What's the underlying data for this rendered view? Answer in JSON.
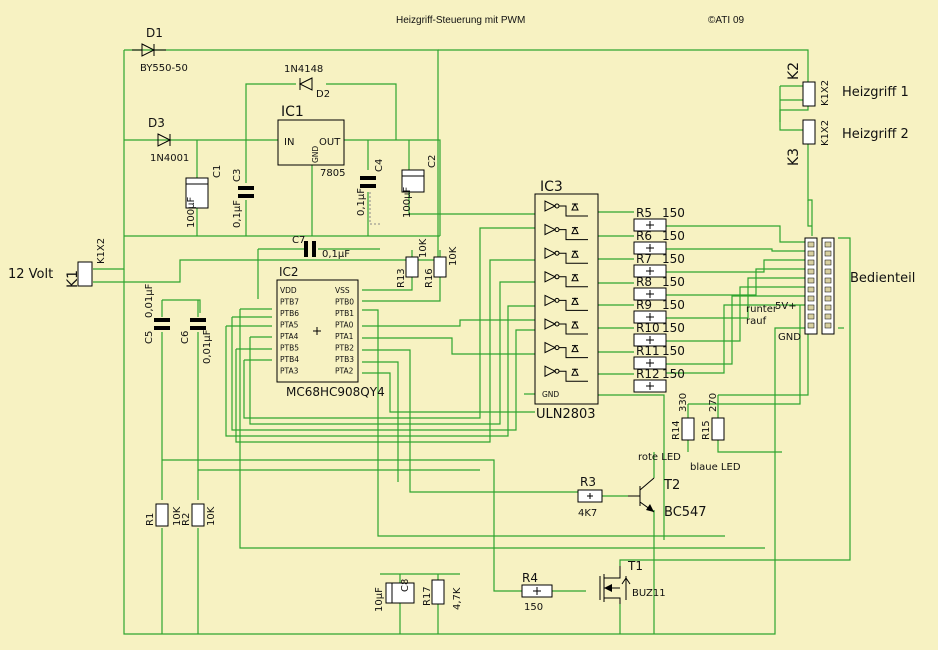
{
  "title": "Heizgriff-Steuerung mit PWM",
  "copyright": "©ATI 09",
  "colors": {
    "background": "#f7f2c2",
    "wire": "#2fa52f",
    "part": "#000000",
    "pin_number": "#c03030"
  },
  "labels": {
    "d1": "D1",
    "d1_val": "BY550-50",
    "d2": "D2",
    "d2_val": "1N4148",
    "d3": "D3",
    "d3_val": "1N4001",
    "ic1": "IC1",
    "ic1_in": "IN",
    "ic1_out": "OUT",
    "ic1_gnd": "GND",
    "ic1_val": "7805",
    "c1": "C1",
    "c1_val": "100µF",
    "c2": "C2",
    "c2_val": "100µF",
    "c3": "C3",
    "c3_val": "0,1µF",
    "c4": "C4",
    "c4_val": "0,1µF",
    "c5": "C5",
    "c5_val": "0,01µF",
    "c6": "C6",
    "c6_val": "0,01µF",
    "c7": "C7",
    "c7_val": "0,1µF",
    "c8": "C8",
    "c8_val": "10µF",
    "ic2": "IC2",
    "ic2_val": "MC68HC908QY4",
    "ic3": "IC3",
    "ic3_val": "ULN2803",
    "ic3_gnd": "GND",
    "r1": "R1",
    "r1_val": "10K",
    "r2": "R2",
    "r2_val": "10K",
    "r3": "R3",
    "r3_val": "4K7",
    "r4": "R4",
    "r4_val": "150",
    "r13": "R13",
    "r13_val": "10K",
    "r16": "R16",
    "r16_val": "10K",
    "r14": "R14",
    "r14_val": "330",
    "r15": "R15",
    "r15_val": "270",
    "r17": "R17",
    "r17_val": "4,7K",
    "t1": "T1",
    "t1_val": "BUZ11",
    "t2": "T2",
    "t2_val": "BC547",
    "k1": "K1",
    "k1_val": "K1X2",
    "k2": "K2",
    "k2_val": "K1X2",
    "k3": "K3",
    "k3_val": "K1X2",
    "supply": "12 Volt",
    "heizgriff1": "Heizgriff 1",
    "heizgriff2": "Heizgriff 2",
    "bedienteil": "Bedienteil",
    "runter": "runter",
    "rauf": "rauf",
    "v5": "5V+",
    "gnd": "GND",
    "rote_led": "rote LED",
    "blaue_led": "blaue LED"
  },
  "ic2_pins_left": [
    "VDD",
    "PTB7",
    "PTB6",
    "PTA5",
    "PTA4",
    "PTB5",
    "PTB4",
    "PTA3"
  ],
  "ic2_pins_right": [
    "VSS",
    "PTB0",
    "PTB1",
    "PTA0",
    "PTA1",
    "PTB2",
    "PTB3",
    "PTA2"
  ],
  "r_array": [
    {
      "name": "R5",
      "value": "150"
    },
    {
      "name": "R6",
      "value": "150"
    },
    {
      "name": "R7",
      "value": "150"
    },
    {
      "name": "R8",
      "value": "150"
    },
    {
      "name": "R9",
      "value": "150"
    },
    {
      "name": "R10",
      "value": "150"
    },
    {
      "name": "R11",
      "value": "150"
    },
    {
      "name": "R12",
      "value": "150"
    }
  ]
}
